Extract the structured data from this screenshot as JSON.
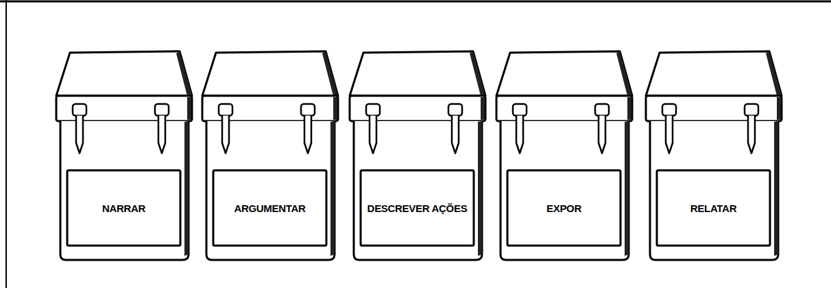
{
  "diagram": {
    "nodes": [
      {
        "text": [
          "NARRAR"
        ]
      },
      {
        "text": [
          "ARGUMENTAR"
        ]
      },
      {
        "text": [
          "DESCREVER AÇÕES"
        ]
      },
      {
        "text": [
          "EXPOR"
        ]
      },
      {
        "text": [
          "RELATAR"
        ]
      }
    ]
  }
}
